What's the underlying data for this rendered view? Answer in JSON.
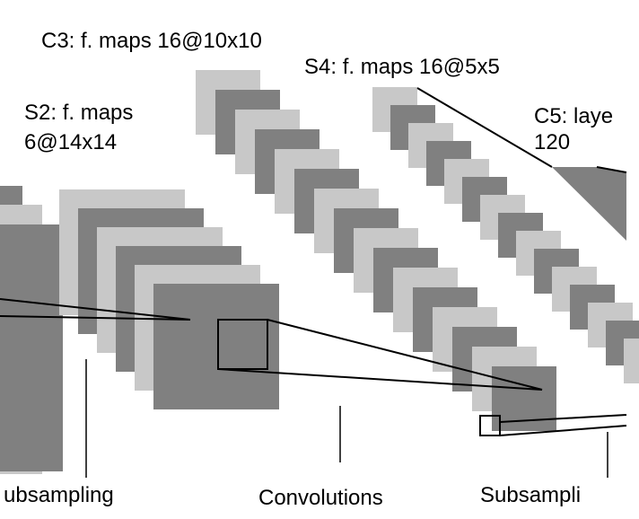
{
  "labels": {
    "c3": "C3: f. maps 16@10x10",
    "s4": "S4: f. maps 16@5x5",
    "s2_line1": "S2: f. maps",
    "s2_line2": "6@14x14",
    "c5_line1": "C5: laye",
    "c5_line2": "120",
    "op_subsampling_left": "ubsampling",
    "op_convolutions": "Convolutions",
    "op_subsampling_right": "Subsampli"
  },
  "colors": {
    "map_dark": "#808080",
    "map_light": "#c8c8c8",
    "line": "#000000",
    "background": "#ffffff"
  }
}
